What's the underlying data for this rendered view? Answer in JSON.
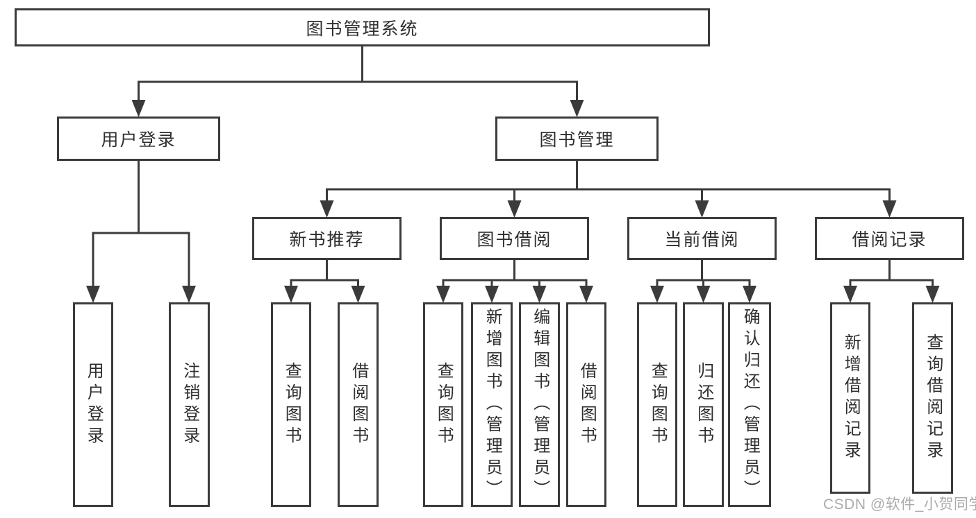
{
  "colors": {
    "line": "#3b3b3b",
    "border": "#3b3b3b",
    "text": "#2e2e2e",
    "background": "#ffffff",
    "watermark": "#ababab"
  },
  "watermark": {
    "text": "CSDN @软件_小贺同学"
  },
  "tree": {
    "root": {
      "label": "图书管理系统"
    },
    "branches": [
      {
        "label": "用户登录",
        "children": [
          {
            "label": "用户登录"
          },
          {
            "label": "注销登录"
          }
        ]
      },
      {
        "label": "图书管理",
        "groups": [
          {
            "label": "新书推荐",
            "children": [
              {
                "label": "查询图书"
              },
              {
                "label": "借阅图书"
              }
            ]
          },
          {
            "label": "图书借阅",
            "children": [
              {
                "label": "查询图书"
              },
              {
                "label": "新增图书（管理员）"
              },
              {
                "label": "编辑图书（管理员）"
              },
              {
                "label": "借阅图书"
              }
            ]
          },
          {
            "label": "当前借阅",
            "children": [
              {
                "label": "查询图书"
              },
              {
                "label": "归还图书"
              },
              {
                "label": "确认归还（管理员）"
              }
            ]
          },
          {
            "label": "借阅记录",
            "children": [
              {
                "label": "新增借阅记录"
              },
              {
                "label": "查询借阅记录"
              }
            ]
          }
        ]
      }
    ]
  }
}
